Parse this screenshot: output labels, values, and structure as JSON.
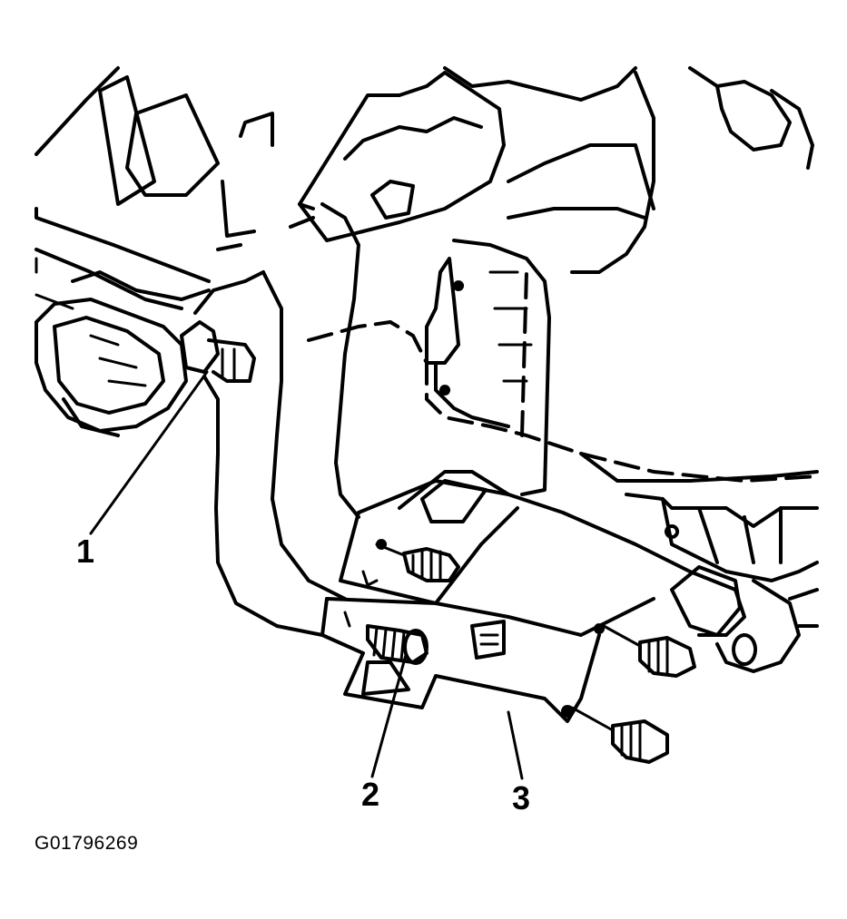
{
  "diagram": {
    "callouts": [
      {
        "id": "1",
        "label": "1"
      },
      {
        "id": "2",
        "label": "2"
      },
      {
        "id": "3",
        "label": "3"
      }
    ],
    "figure_id": "G01796269"
  }
}
